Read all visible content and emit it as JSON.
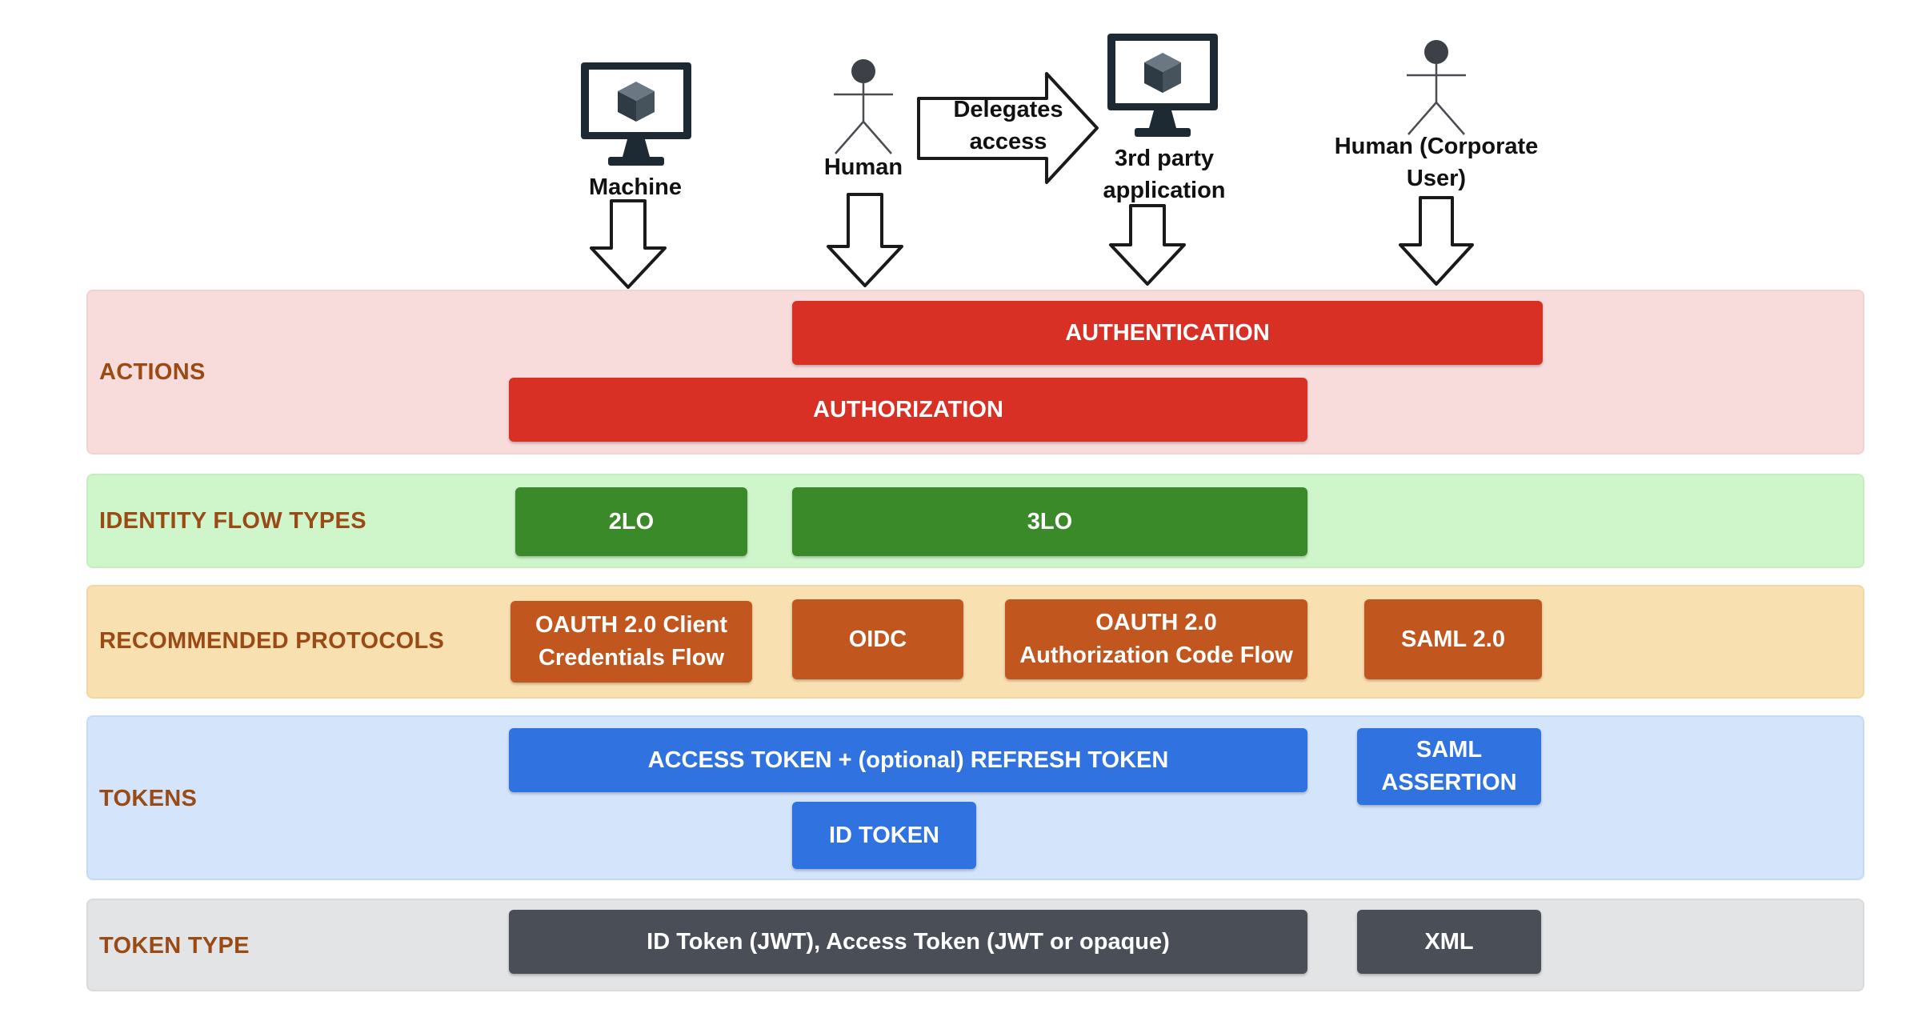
{
  "actors": {
    "machine": {
      "label": "Machine",
      "icon": "monitor-cube-icon"
    },
    "human": {
      "label": "Human",
      "icon": "stick-figure-icon"
    },
    "delegates": {
      "label": "Delegates\naccess",
      "icon": "right-arrow-icon"
    },
    "third_party": {
      "label": "3rd party\napplication",
      "icon": "monitor-cube-icon"
    },
    "corporate": {
      "label": "Human (Corporate\nUser)",
      "icon": "stick-figure-icon"
    }
  },
  "bands": {
    "actions": {
      "label": "ACTIONS",
      "color": "#f8dcdb",
      "items": {
        "authentication": "AUTHENTICATION",
        "authorization": "AUTHORIZATION"
      },
      "box_color": "#d93025"
    },
    "identity": {
      "label": "IDENTITY FLOW TYPES",
      "color": "#cff6cb",
      "items": {
        "two_lo": "2LO",
        "three_lo": "3LO"
      },
      "box_color": "#3b8a2a"
    },
    "protocols": {
      "label": "RECOMMENDED PROTOCOLS",
      "color": "#f9e0b0",
      "items": {
        "client_credentials": "OAUTH 2.0 Client\nCredentials Flow",
        "oidc": "OIDC",
        "auth_code": "OAUTH 2.0\nAuthorization Code Flow",
        "saml": "SAML 2.0"
      },
      "box_color": "#c2561f"
    },
    "tokens": {
      "label": "TOKENS",
      "color": "#d4e4fb",
      "items": {
        "access_refresh": "ACCESS TOKEN + (optional) REFRESH TOKEN",
        "saml_assertion": "SAML\nASSERTION",
        "id_token": "ID TOKEN"
      },
      "box_color": "#2f72e0"
    },
    "token_type": {
      "label": "TOKEN TYPE",
      "color": "#e3e4e6",
      "items": {
        "jwt": "ID Token (JWT), Access Token (JWT or opaque)",
        "xml": "XML"
      },
      "box_color": "#4a4e57"
    }
  }
}
